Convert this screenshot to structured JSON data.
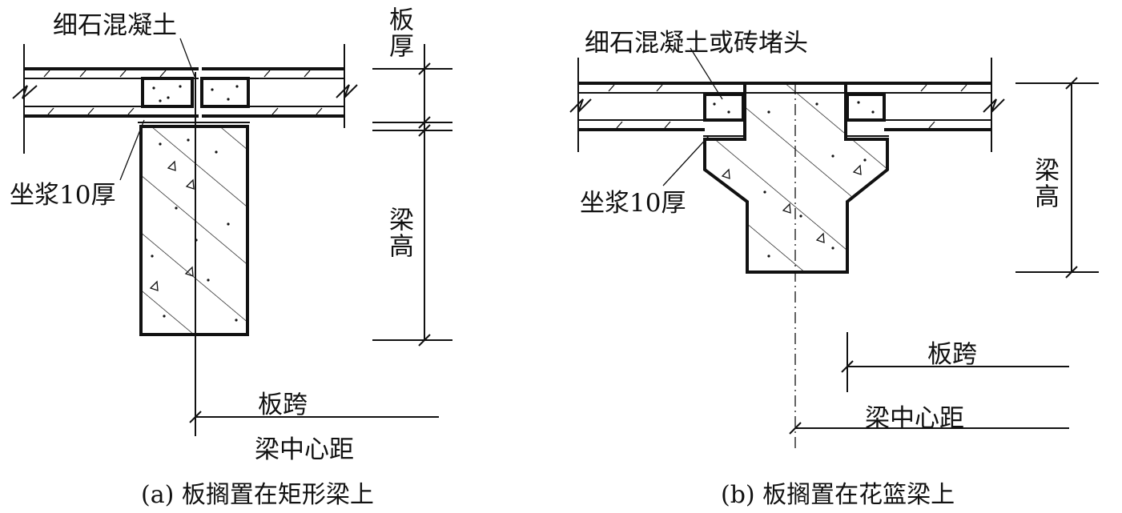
{
  "diagram_a": {
    "label_top": "细石混凝土",
    "label_grout": "坐浆10厚",
    "dim_slab_thickness": "板厚",
    "dim_beam_height": "梁高",
    "dim_slab_span": "板跨",
    "dim_beam_center": "梁中心距",
    "caption": "(a) 板搁置在矩形梁上"
  },
  "diagram_b": {
    "label_top": "细石混凝土或砖堵头",
    "label_grout": "坐浆10厚",
    "dim_beam_height": "梁高",
    "dim_slab_span": "板跨",
    "dim_beam_center": "梁中心距",
    "caption": "(b) 板搁置在花篮梁上"
  }
}
